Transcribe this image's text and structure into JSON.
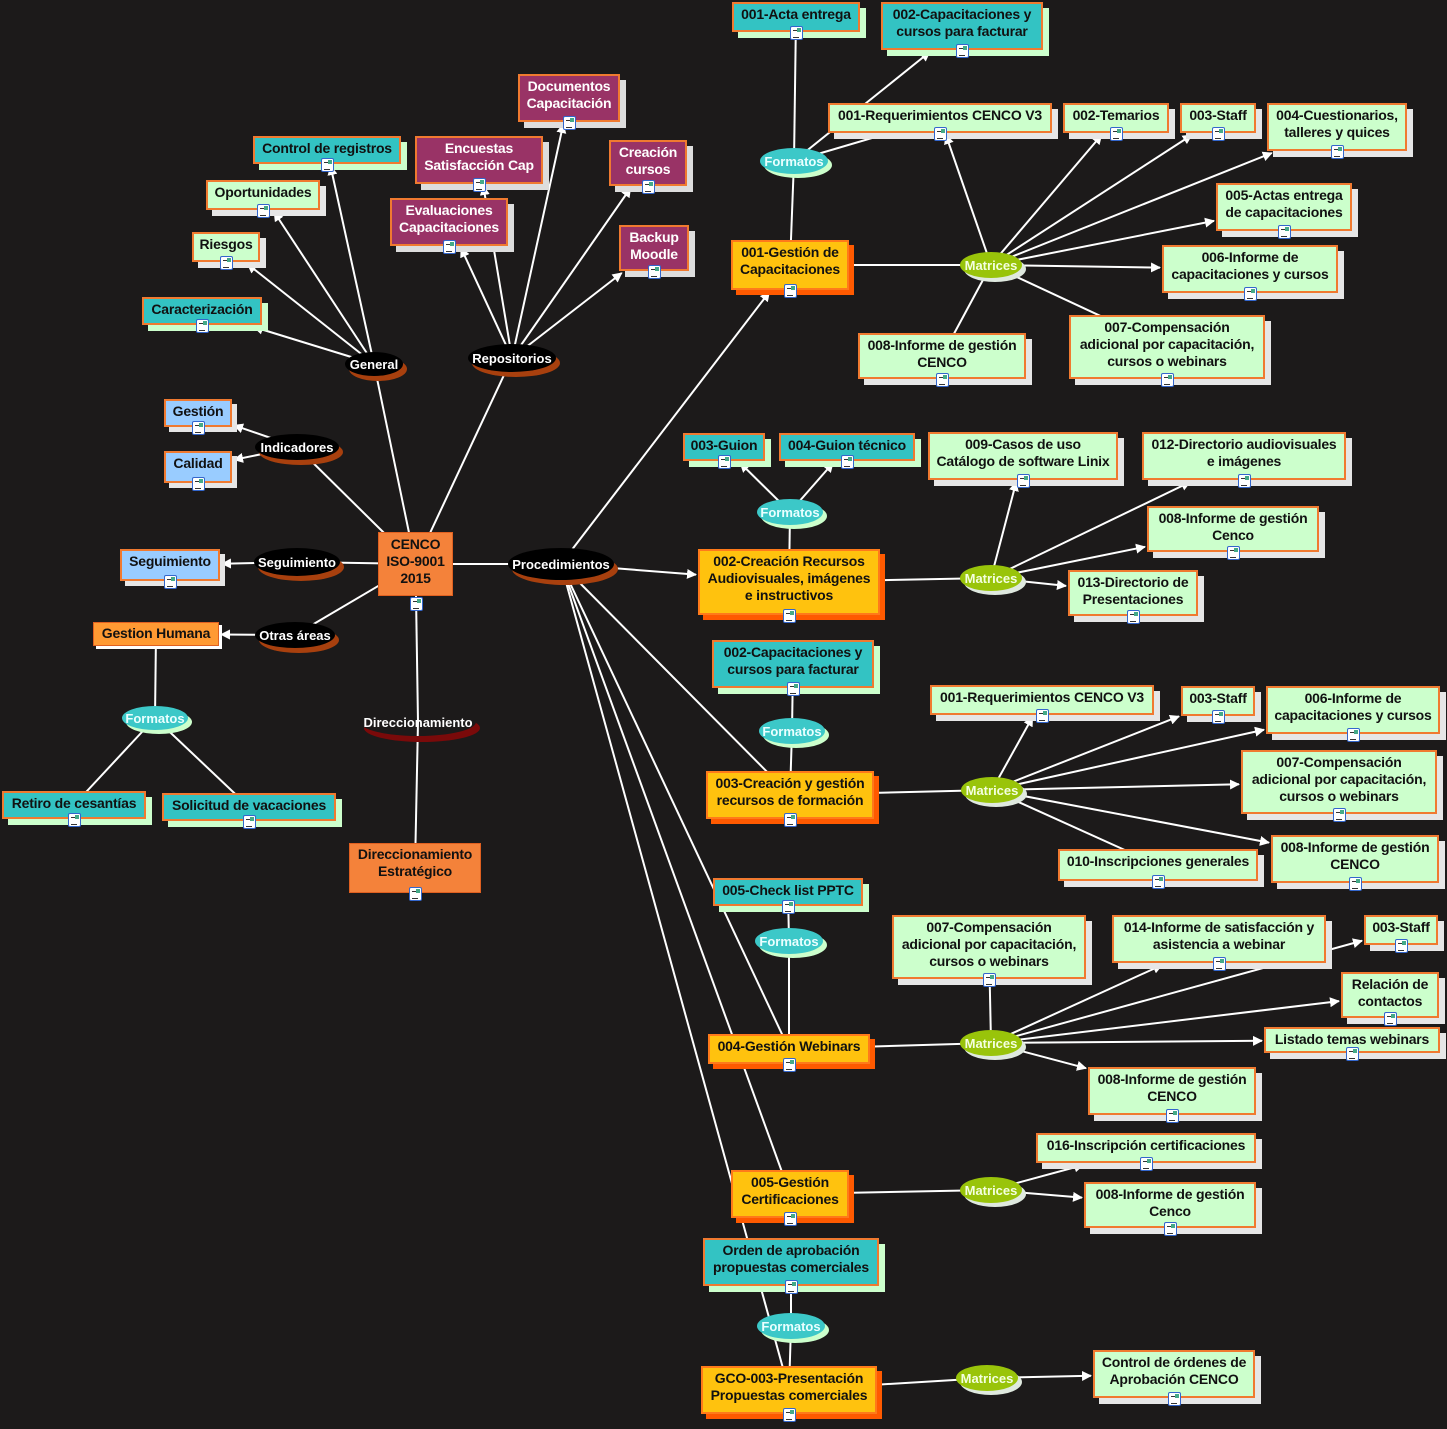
{
  "nodes": {
    "center": "CENCO\nISO-9001\n2015",
    "direcc": "Direccionamiento",
    "direccEst": "Direccionamiento\nEstratégico",
    "proc": "Procedimientos",
    "general": "General",
    "repos": "Repositorios",
    "indic": "Indicadores",
    "seg": "Seguimiento",
    "otras": "Otras áreas",
    "ctrlreg": "Control de registros",
    "oport": "Oportunidades",
    "riesgos": "Riesgos",
    "caract": "Caracterización",
    "gestion": "Gestión",
    "calidad": "Calidad",
    "segbox": "Seguimiento",
    "gh": "Gestion Humana",
    "fL": "Formatos",
    "retiro": "Retiro de cesantías",
    "solic": "Solicitud de vacaciones",
    "docs": "Documentos\nCapacitación",
    "encu": "Encuestas\nSatisfacción Cap",
    "crea": "Creación\ncursos",
    "eval": "Evaluaciones\nCapacitaciones",
    "backup": "Backup\nMoodle",
    "g001": "001-Gestión de\nCapacitaciones",
    "f1": "Formatos",
    "acta": "001-Acta entrega",
    "cap002": "002-Capacitaciones y\ncursos para facturar",
    "m1": "Matrices",
    "req1": "001-Requerimientos CENCO V3",
    "tem": "002-Temarios",
    "staff1": "003-Staff",
    "cuest": "004-Cuestionarios,\ntalleres y quices",
    "actas5": "005-Actas entrega\nde capacitaciones",
    "inf6a": "006-Informe de\ncapacitaciones y cursos",
    "comp7a": "007-Compensación\nadicional por capacitación,\ncursos o webinars",
    "inf8a": "008-Informe de gestión\nCENCO",
    "g002": "002-Creación Recursos\nAudiovisuales, imágenes\ne instructivos",
    "f2": "Formatos",
    "guion": "003-Guion",
    "guiont": "004-Guion técnico",
    "m2": "Matrices",
    "casos": "009-Casos de uso\nCatálogo de software Linix",
    "dir12": "012-Directorio audiovisuales\ne imágenes",
    "inf8b": "008-Informe de gestión\nCenco",
    "dir13": "013-Directorio de\nPresentaciones",
    "g003": "003-Creación y gestión\nrecursos de formación",
    "f3": "Formatos",
    "cap002b": "002-Capacitaciones y\ncursos para facturar",
    "m3": "Matrices",
    "req1b": "001-Requerimientos CENCO V3",
    "staff3": "003-Staff",
    "inf6c": "006-Informe de\ncapacitaciones y cursos",
    "comp7c": "007-Compensación\nadicional por capacitación,\ncursos o webinars",
    "insc10": "010-Inscripciones generales",
    "inf8c": "008-Informe de gestión\nCENCO",
    "g004": "004-Gestión Webinars",
    "f4": "Formatos",
    "check": "005-Check list PPTC",
    "m4": "Matrices",
    "comp7d": "007-Compensación\nadicional por capacitación,\ncursos o webinars",
    "inf14": "014-Informe de satisfacción y\nasistencia a webinar",
    "staff4": "003-Staff",
    "relac": "Relación de\ncontactos",
    "listado": "Listado temas webinars",
    "inf8d": "008-Informe de gestión\nCENCO",
    "g005": "005-Gestión\nCertificaciones",
    "m5": "Matrices",
    "insc16": "016-Inscripción certificaciones",
    "inf8e": "008-Informe de gestión\nCenco",
    "gco": "GCO-003-Presentación\nPropuestas comerciales",
    "f6": "Formatos",
    "orden": "Orden de aprobación\npropuestas comerciales",
    "m6": "Matrices",
    "ctrlord": "Control de órdenes de\nAprobación CENCO"
  },
  "colors": {
    "background": "#1c1a1a",
    "teal": "#33c3c3",
    "green": "#ccffcc",
    "gold": "#ffc20e",
    "magenta": "#993366",
    "blue": "#99ccff",
    "orange": "#f4823a",
    "matrices": "#99c40a"
  }
}
